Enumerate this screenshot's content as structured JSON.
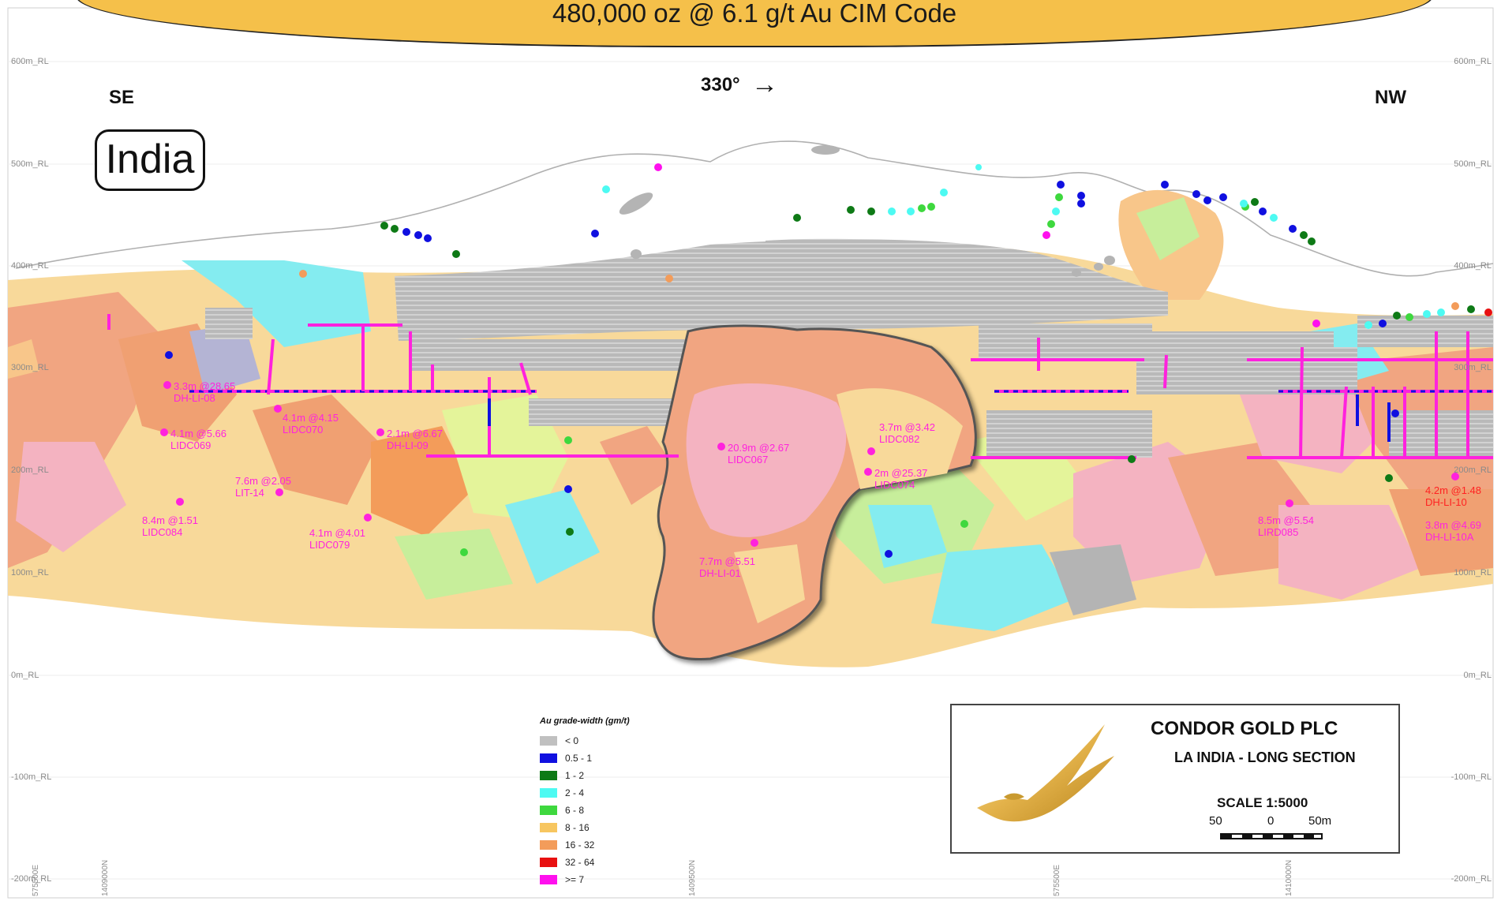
{
  "banner": {
    "text": "480,000 oz @ 6.1 g/t Au CIM Code"
  },
  "orientation": {
    "left": "SE",
    "right": "NW",
    "azimuth": "330°",
    "arrow": "→"
  },
  "area_label": "India",
  "rl_labels": [
    "600m_RL",
    "500m_RL",
    "400m_RL",
    "300m_RL",
    "200m_RL",
    "100m_RL",
    "0m_RL",
    "-100m_RL",
    "-200m_RL"
  ],
  "eastings": [
    "575500E",
    "1409000N",
    "1409500N",
    "575500E",
    "1410000N"
  ],
  "drill_intercepts": [
    {
      "interval": "3.3m @28.65",
      "hole": "DH-LI-08",
      "tone": "pink"
    },
    {
      "interval": "4.1m @5.66",
      "hole": "LIDC069",
      "tone": "pink"
    },
    {
      "interval": "4.1m @4.15",
      "hole": "LIDC070",
      "tone": "pink"
    },
    {
      "interval": "2.1m @6.67",
      "hole": "DH-LI-09",
      "tone": "pink"
    },
    {
      "interval": "7.6m @2.05",
      "hole": "LIT-14",
      "tone": "pink"
    },
    {
      "interval": "8.4m @1.51",
      "hole": "LIDC084",
      "tone": "pink"
    },
    {
      "interval": "4.1m @4.01",
      "hole": "LIDC079",
      "tone": "pink"
    },
    {
      "interval": "20.9m @2.67",
      "hole": "LIDC067",
      "tone": "pink"
    },
    {
      "interval": "3.7m @3.42",
      "hole": "LIDC082",
      "tone": "pink"
    },
    {
      "interval": "2m @25.37",
      "hole": "LIDC074",
      "tone": "pink"
    },
    {
      "interval": "7.7m @5.51",
      "hole": "DH-LI-01",
      "tone": "pink"
    },
    {
      "interval": "8.5m @5.54",
      "hole": "LIRD085",
      "tone": "pink"
    },
    {
      "interval": "4.2m @1.48",
      "hole": "DH-LI-10",
      "tone": "red"
    },
    {
      "interval": "3.8m @4.69",
      "hole": "DH-LI-10A",
      "tone": "pink"
    }
  ],
  "legend": {
    "title": "Au grade-width (gm/t)",
    "items": [
      {
        "label": "< 0",
        "color": "#c0c0c0"
      },
      {
        "label": "0.5 - 1",
        "color": "#1010e0"
      },
      {
        "label": "1 - 2",
        "color": "#0e7a16"
      },
      {
        "label": "2 - 4",
        "color": "#4dfaf2"
      },
      {
        "label": "6 - 8",
        "color": "#3ed83e"
      },
      {
        "label": "8 - 16",
        "color": "#f7c660"
      },
      {
        "label": "16 - 32",
        "color": "#f39c5a"
      },
      {
        "label": "32 - 64",
        "color": "#e81010"
      },
      {
        "label": ">= 7",
        "color": "#ff10ee"
      }
    ]
  },
  "title_block": {
    "company": "CONDOR GOLD PLC",
    "section": "LA INDIA - LONG SECTION",
    "scale": "SCALE 1:5000",
    "scale_ticks": [
      "50",
      "0",
      "50m"
    ]
  },
  "colors": {
    "banner": "#f5c04a",
    "mined_out": "#b4b4b4",
    "peach": "#f8d99a",
    "orange": "#f0a072",
    "salmon": "#f1a581",
    "pink": "#f4b3c1",
    "cyan": "#84ecf0",
    "lightgreen": "#c7ee9b",
    "yellowgreen": "#e4f49a",
    "intercept": "#ff22dd"
  }
}
